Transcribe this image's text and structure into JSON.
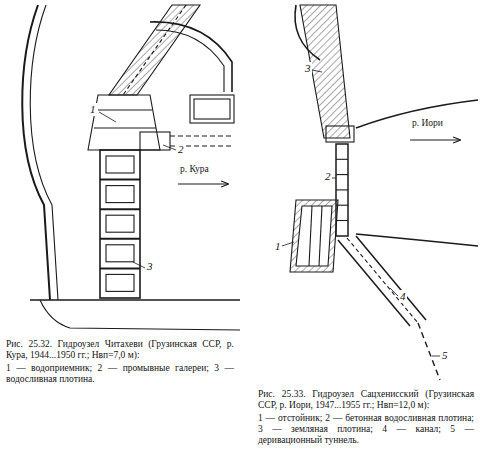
{
  "diagram": {
    "labels": [
      "1",
      "2",
      "3",
      "р. Кура",
      "3",
      "2",
      "р. Иори",
      "1",
      "4",
      "5",
      "Рис. 25.32. Гидроузел Читахеви (Грузинская ССР, р. Кура, 1944...1950 гг.; Hвп=7,0 м):",
      "1 — водоприемник; 2 — промывные галереи; 3 — водосливная плотина.",
      "Рис. 25.33. Гидроузел Сацхенисский (Грузинская ССР, р. Иори, 1947...1955 гг.; Hвп=12,0 м):",
      "1 — отстойник; 2 — бетонная водосливная плотина; 3 — земляная плотина; 4 — канал; 5 — деривационный туннель."
    ]
  }
}
